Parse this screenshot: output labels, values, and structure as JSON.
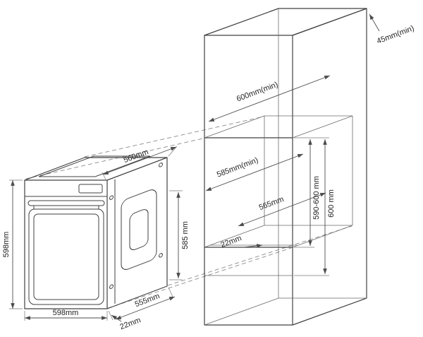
{
  "diagram": {
    "type": "built-in-oven-installation-drawing",
    "colors": {
      "background": "#ffffff",
      "line": "#414141",
      "dimension_line": "#4c4c4c",
      "text": "#222222"
    },
    "oven_dims": {
      "height": "598mm",
      "width": "598mm",
      "top_depth": "560mm",
      "carcass_height": "585 mm",
      "bottom_depth": "555mm",
      "door_protrusion": "22mm"
    },
    "cabinet_dims": {
      "top_rear_gap": "45mm(min)",
      "depth_min": "600mm(min)",
      "niche_depth_min": "585mm(min)",
      "niche_inner_depth": "565mm",
      "front_ledge": "22mm",
      "niche_height_range": "590-600 mm",
      "opening_height": "600 mm"
    }
  }
}
